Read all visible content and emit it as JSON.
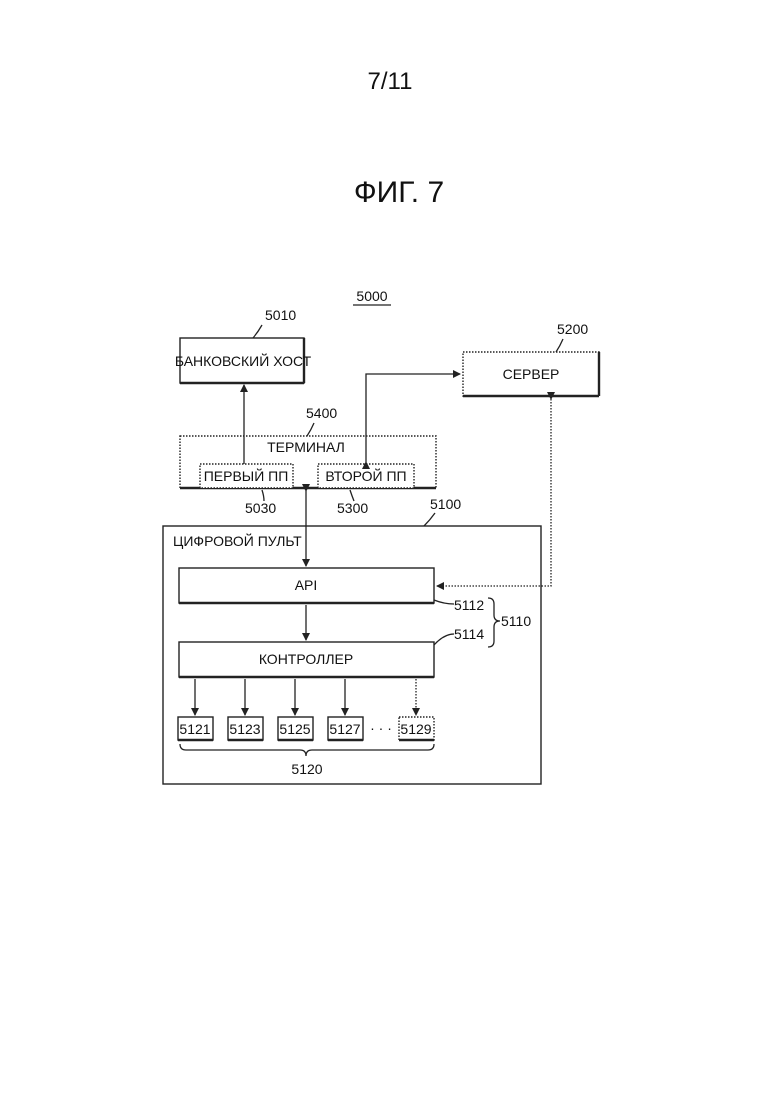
{
  "page": {
    "number": "7/11",
    "figure_title": "ФИГ. 7"
  },
  "diagram": {
    "system_ref": "5000",
    "bank_host": {
      "label": "БАНКОВСКИЙ ХОСТ",
      "ref": "5010"
    },
    "server": {
      "label": "СЕРВЕР",
      "ref": "5200"
    },
    "terminal": {
      "label": "ТЕРМИНАЛ",
      "ref": "5400"
    },
    "first_app": {
      "label": "ПЕРВЫЙ ПП",
      "ref": "5030"
    },
    "second_app": {
      "label": "ВТОРОЙ ПП",
      "ref": "5300"
    },
    "digital_console": {
      "label": "ЦИФРОВОЙ ПУЛЬТ",
      "ref": "5100"
    },
    "api": {
      "label": "API",
      "ref": "5112"
    },
    "controller": {
      "label": "КОНТРОЛЛЕР",
      "ref": "5114"
    },
    "group_api_controller_ref": "5110",
    "modules": [
      "5121",
      "5123",
      "5125",
      "5127",
      "5129"
    ],
    "modules_ellipsis": "· · ·",
    "modules_group_ref": "5120"
  }
}
